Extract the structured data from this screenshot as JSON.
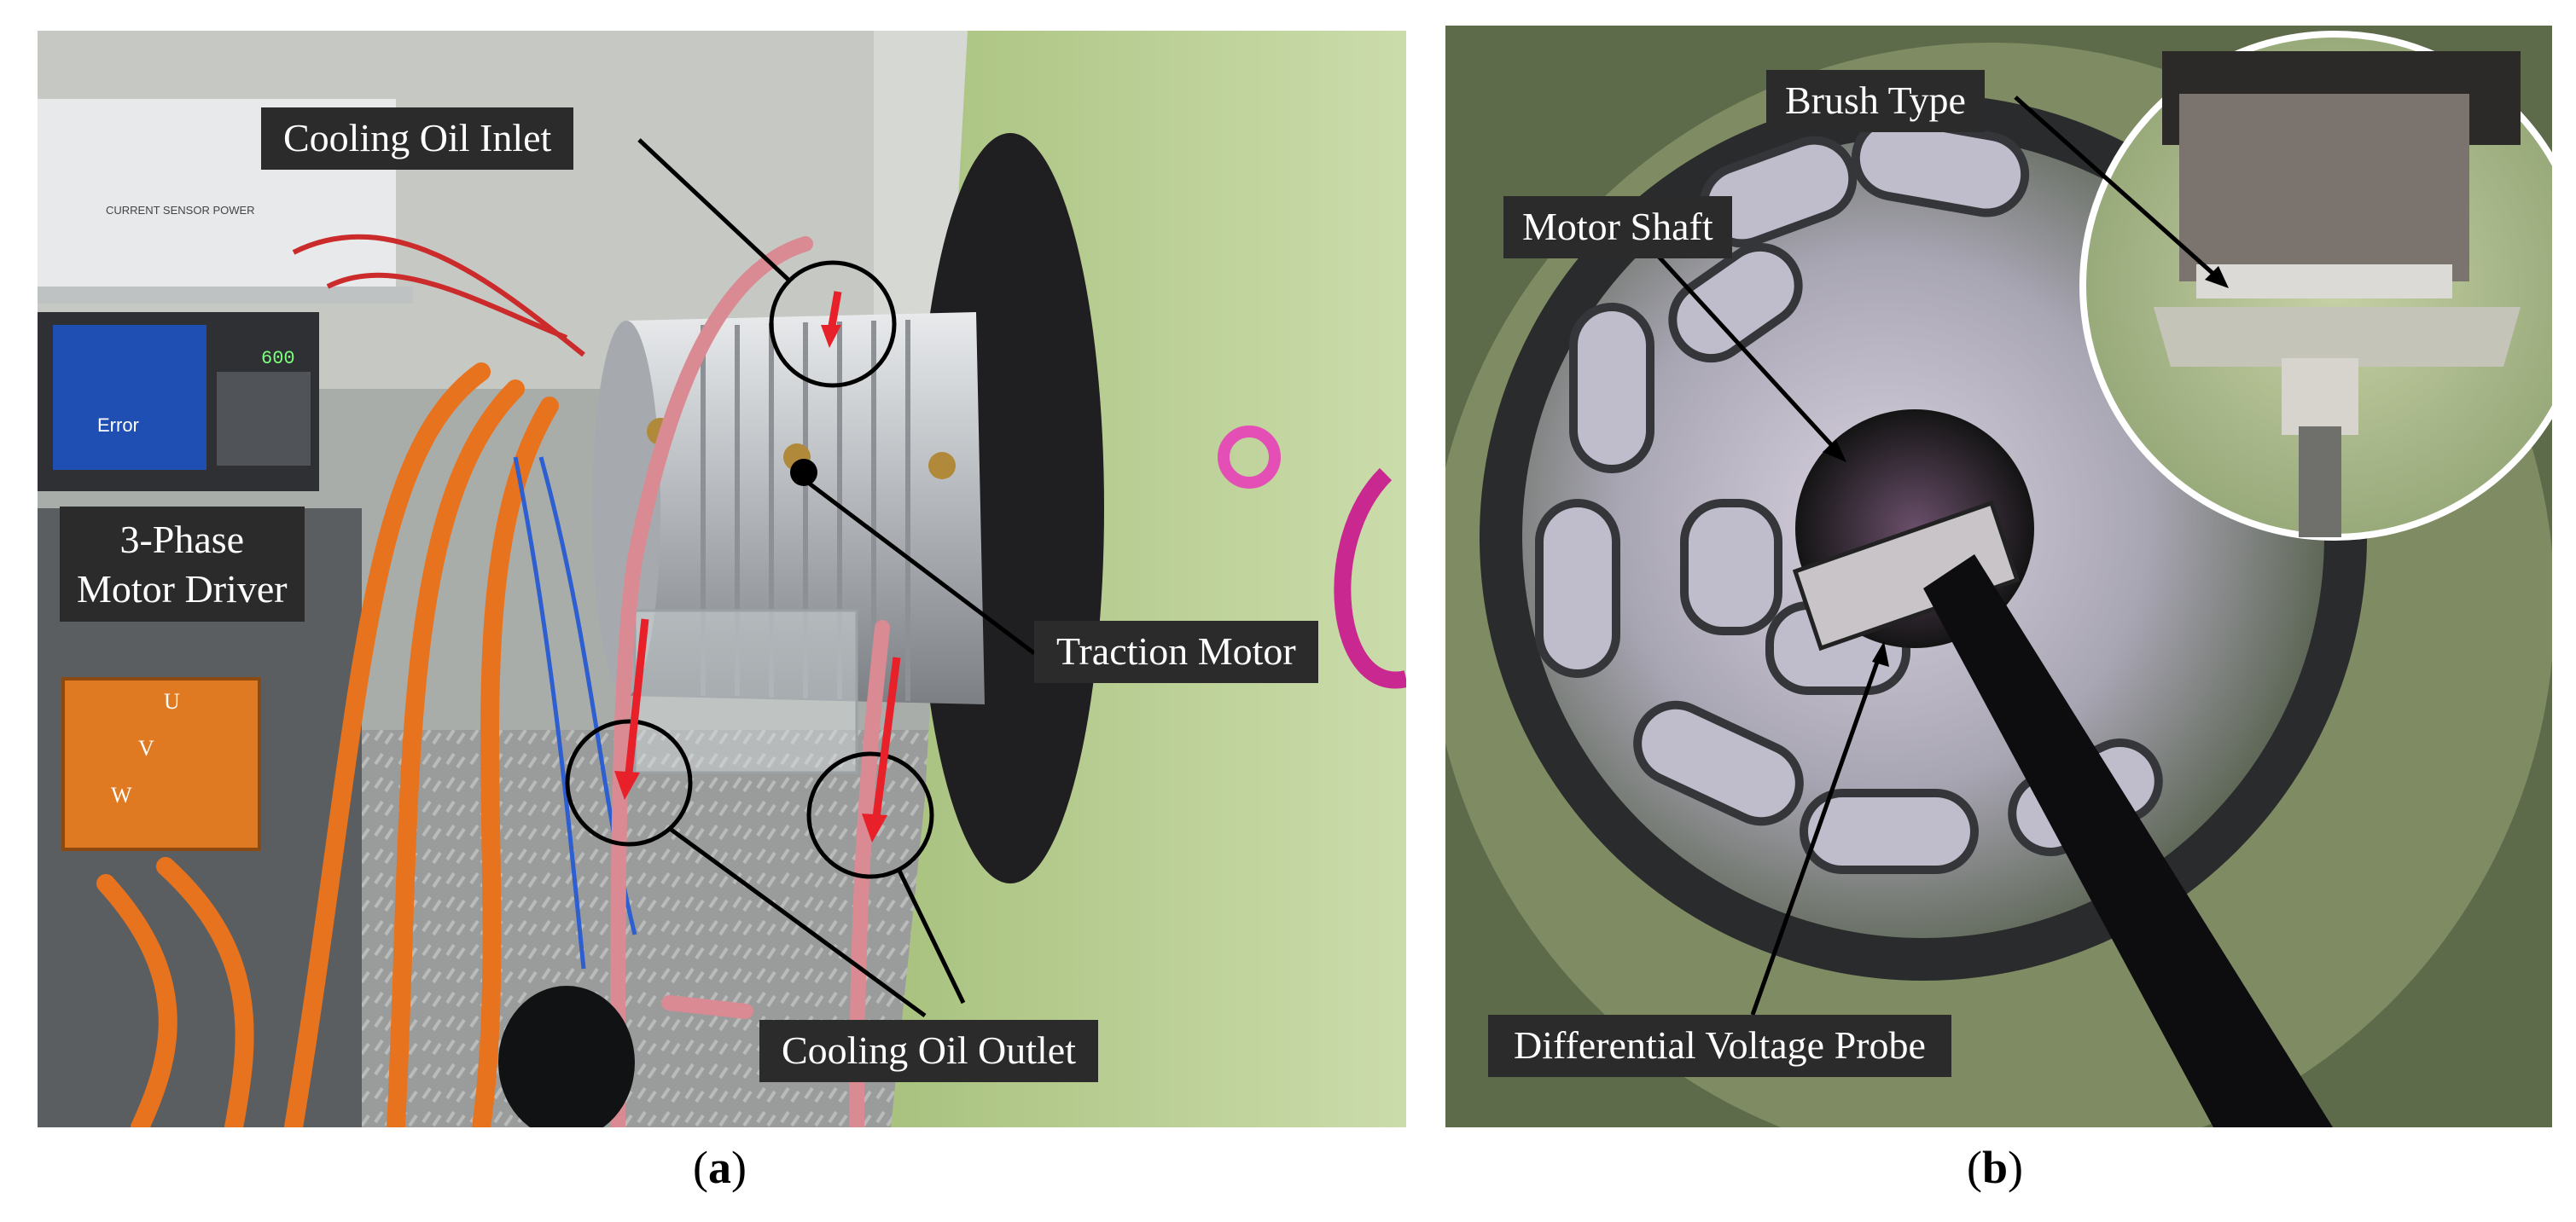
{
  "panel_a": {
    "labels": {
      "cooling_oil_inlet": "Cooling Oil Inlet",
      "motor_driver_line1": "3-Phase",
      "motor_driver_line2": "Motor Driver",
      "traction_motor": "Traction Motor",
      "cooling_oil_outlet": "Cooling Oil Outlet"
    },
    "device_texts": {
      "sensor_box": "CURRENT SENSOR POWER",
      "display_error": "Error",
      "display_rpm": "600",
      "phase_u": "U",
      "phase_v": "V",
      "phase_w": "W"
    },
    "caption_letter": "a"
  },
  "panel_b": {
    "labels": {
      "brush_type": "Brush Type",
      "motor_shaft": "Motor Shaft",
      "differential_voltage_probe": "Differential Voltage Probe"
    },
    "caption_letter": "b"
  },
  "colors": {
    "label_bg": "#2b2b2b",
    "arrow_red": "#e8202a",
    "hose_orange": "#e8731e",
    "motor_silver": "#c9ccce",
    "frame_green": "#b9cf95"
  }
}
